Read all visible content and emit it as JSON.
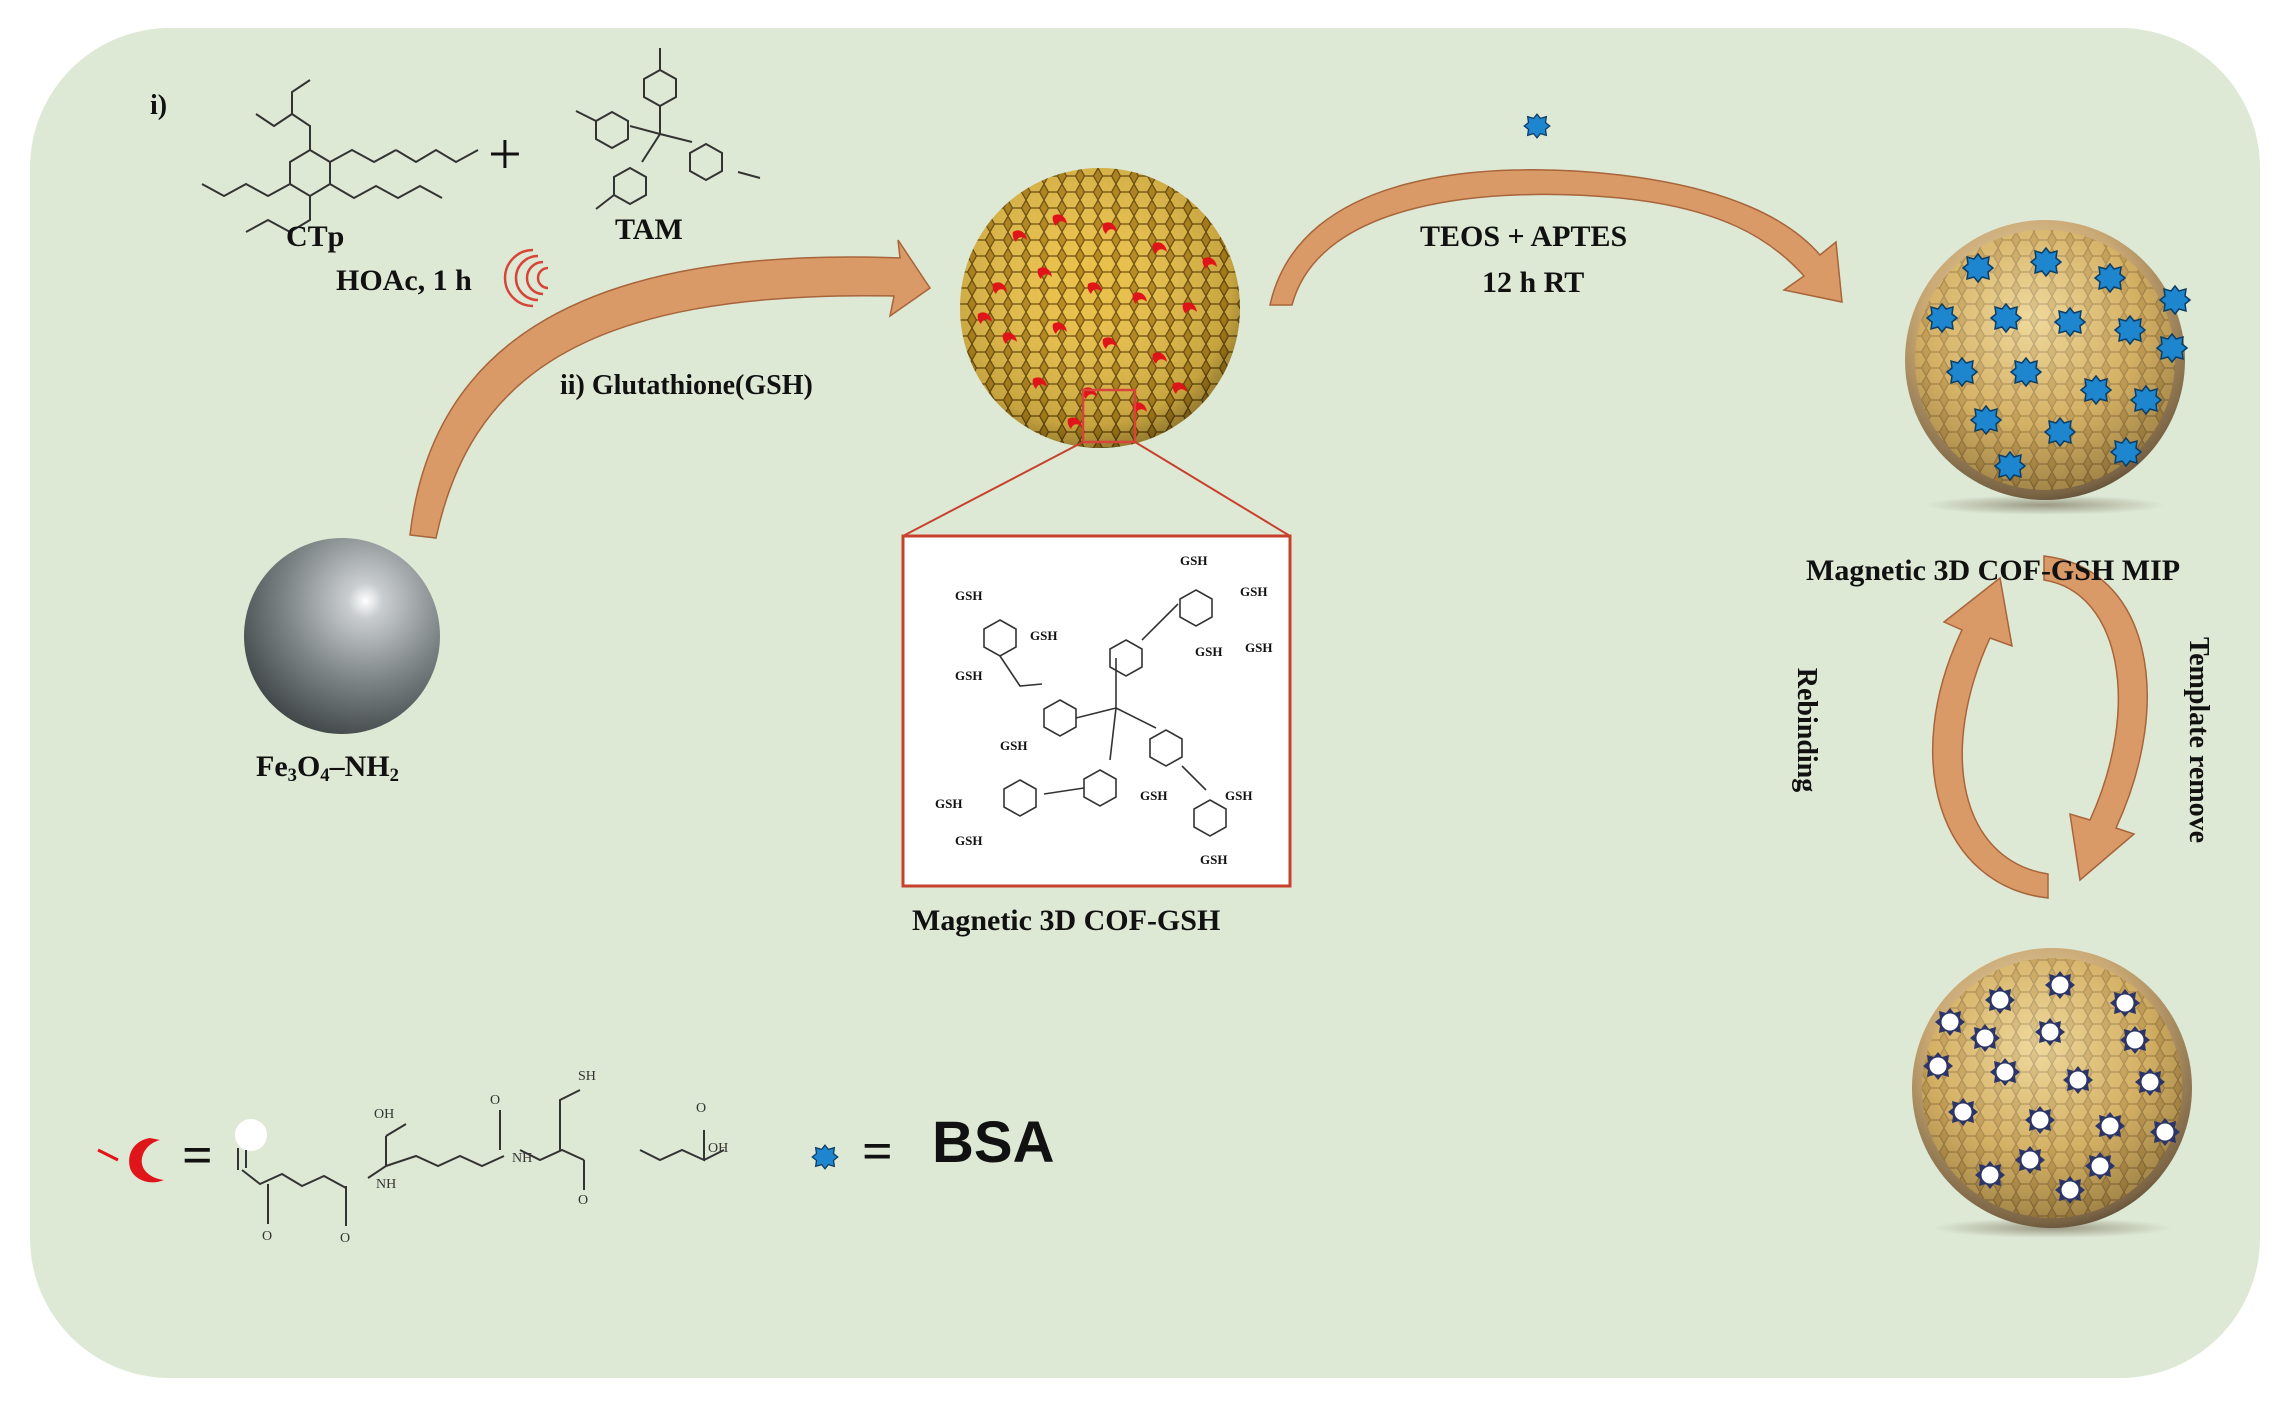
{
  "step_i_label": "i)",
  "reagents": {
    "ctp_label": "CTp",
    "tam_label": "TAM",
    "plus_sign": "+",
    "conditions": "HOAc, 1 h"
  },
  "step_ii_label": "ii) Glutathione(GSH)",
  "fe3o4": {
    "label_parts": [
      "Fe",
      "3",
      "O",
      "4",
      "–NH",
      "2"
    ]
  },
  "cof_gsh": {
    "label": "Magnetic 3D COF-GSH",
    "inset_gsh": "GSH"
  },
  "mip_step": {
    "reagents": "TEOS + APTES",
    "conditions": "12 h RT"
  },
  "mip": {
    "label": "Magnetic 3D COF-GSH MIP"
  },
  "cycle": {
    "rebinding": "Rebinding",
    "template_remove": "Template remove"
  },
  "legend": {
    "equals": "=",
    "bsa": "BSA",
    "gsh_structure_text": [
      "OH",
      "O",
      "SH",
      "NH",
      "O",
      "OH",
      "O",
      "O",
      "O",
      "NH"
    ]
  },
  "colors": {
    "panel_bg": "#dde9d5",
    "arrow": "#d99a68",
    "inset_border": "#c8412c",
    "gsh_marker": "#e01a1a",
    "bsa_marker": "#1f8fd6",
    "sphere_gray": "#8c9294"
  }
}
